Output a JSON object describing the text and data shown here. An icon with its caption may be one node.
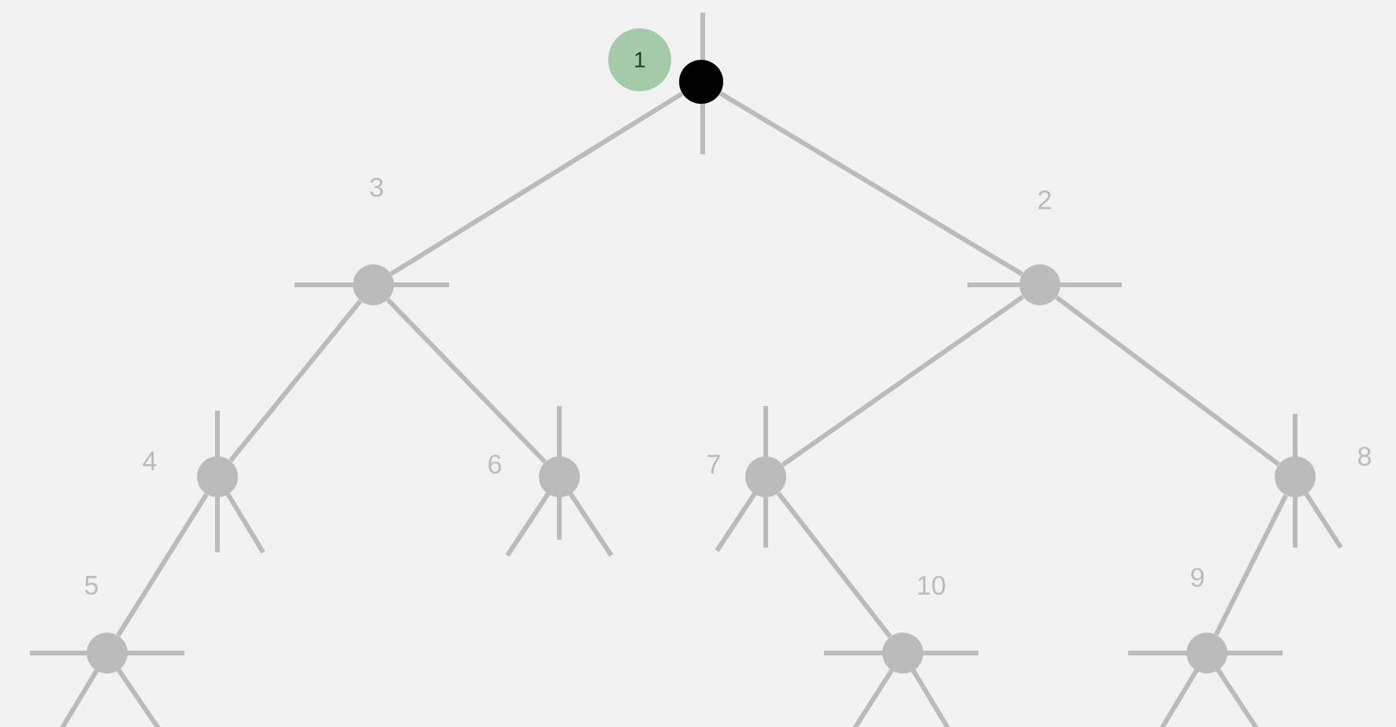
{
  "diagram": {
    "nodes": [
      {
        "text": [
          "1"
        ]
      },
      {
        "text": [],
        "shape": "circle"
      },
      {
        "text": [],
        "shape": "circle",
        "beside": [
          "3"
        ]
      },
      {
        "text": [],
        "shape": "circle",
        "beside": [
          "2"
        ]
      },
      {
        "text": [],
        "shape": "circle",
        "beside": [
          "4"
        ]
      },
      {
        "text": [],
        "shape": "circle",
        "beside": [
          "6"
        ]
      },
      {
        "text": [],
        "shape": "circle",
        "beside": [
          "7"
        ]
      },
      {
        "text": [],
        "shape": "circle",
        "beside": [
          "8"
        ]
      },
      {
        "text": [],
        "shape": "circle",
        "beside": [
          "5"
        ]
      },
      {
        "text": [],
        "shape": "circle",
        "beside": [
          "10"
        ]
      },
      {
        "text": [],
        "shape": "circle",
        "beside": [
          "9"
        ]
      }
    ],
    "edges": [
      {
        "from": 1,
        "to": 2,
        "arrow": "none"
      },
      {
        "from": 1,
        "to": 3,
        "arrow": "none"
      },
      {
        "from": 2,
        "to": 4,
        "arrow": "none"
      },
      {
        "from": 2,
        "to": 5,
        "arrow": "none"
      },
      {
        "from": 3,
        "to": 6,
        "arrow": "none"
      },
      {
        "from": 3,
        "to": 7,
        "arrow": "none"
      },
      {
        "from": 4,
        "to": 8,
        "arrow": "none"
      },
      {
        "from": 6,
        "to": 9,
        "arrow": "none"
      },
      {
        "from": 7,
        "to": 10,
        "arrow": "none"
      }
    ]
  }
}
